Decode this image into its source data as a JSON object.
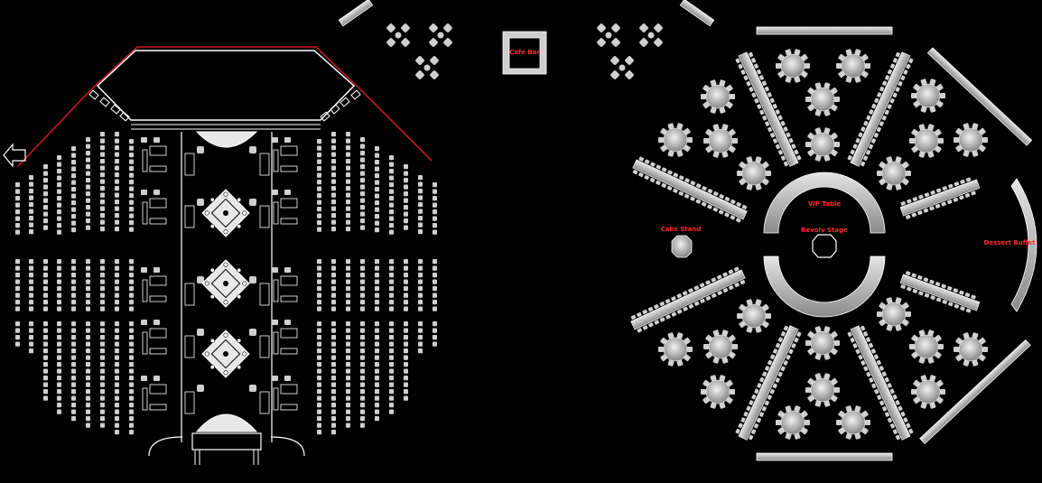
{
  "labels": {
    "cafe_bar": "Cafe Bar",
    "vip_table": "VIP Table",
    "cake_stand": "Cake Stand",
    "revolving_stage": "Revolv Stage",
    "dessert_buffet": "Dessert Buffet"
  },
  "colors": {
    "background": "#000000",
    "fixture": "#cfcfcf",
    "line": "#ffffff",
    "stage_border": "#d11a1a",
    "label": "#ff2a2a"
  }
}
